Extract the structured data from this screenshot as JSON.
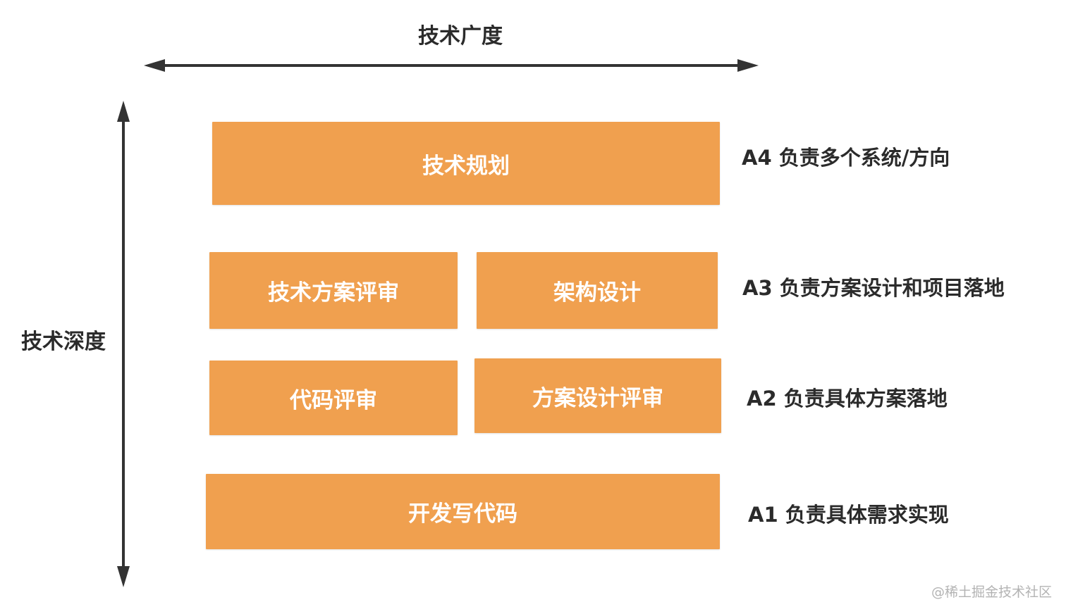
{
  "axes": {
    "horizontal_label": "技术广度",
    "vertical_label": "技术深度"
  },
  "boxes": {
    "planning": "技术规划",
    "solution_review": "技术方案评审",
    "architecture_design": "架构设计",
    "code_review": "代码评审",
    "design_review": "方案设计评审",
    "development": "开发写代码"
  },
  "levels": [
    {
      "label": "A4 负责多个系统/方向"
    },
    {
      "label": "A3 负责方案设计和项目落地"
    },
    {
      "label": "A2 负责具体方案落地"
    },
    {
      "label": "A1 负责具体需求实现"
    }
  ],
  "watermark": "@稀土掘金技术社区",
  "colors": {
    "box_fill": "#f0a04f",
    "box_text": "#ffffff",
    "text": "#2b2b2b",
    "arrow": "#333333",
    "watermark": "#b3b3b3"
  }
}
